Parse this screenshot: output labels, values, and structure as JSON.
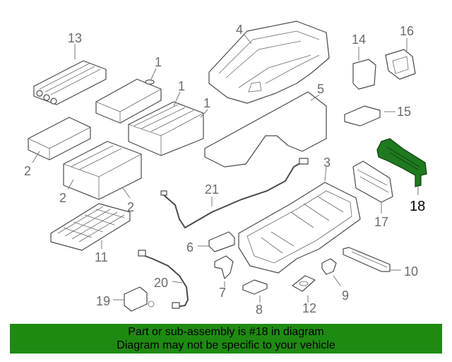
{
  "callouts": {
    "c1a": "1",
    "c1b": "1",
    "c1c": "1",
    "c2a": "2",
    "c2b": "2",
    "c2c": "2",
    "c3": "3",
    "c4": "4",
    "c5": "5",
    "c6": "6",
    "c7": "7",
    "c8": "8",
    "c9": "9",
    "c10": "10",
    "c11": "11",
    "c12": "12",
    "c13": "13",
    "c14": "14",
    "c15": "15",
    "c16": "16",
    "c17": "17",
    "c18": "18",
    "c19": "19",
    "c20": "20",
    "c21": "21"
  },
  "highlight_color": "#1f8a12",
  "banner": {
    "line1": "Part or sub-assembly is #18 in diagram",
    "line2": "Diagram may not be specific to your vehicle"
  }
}
